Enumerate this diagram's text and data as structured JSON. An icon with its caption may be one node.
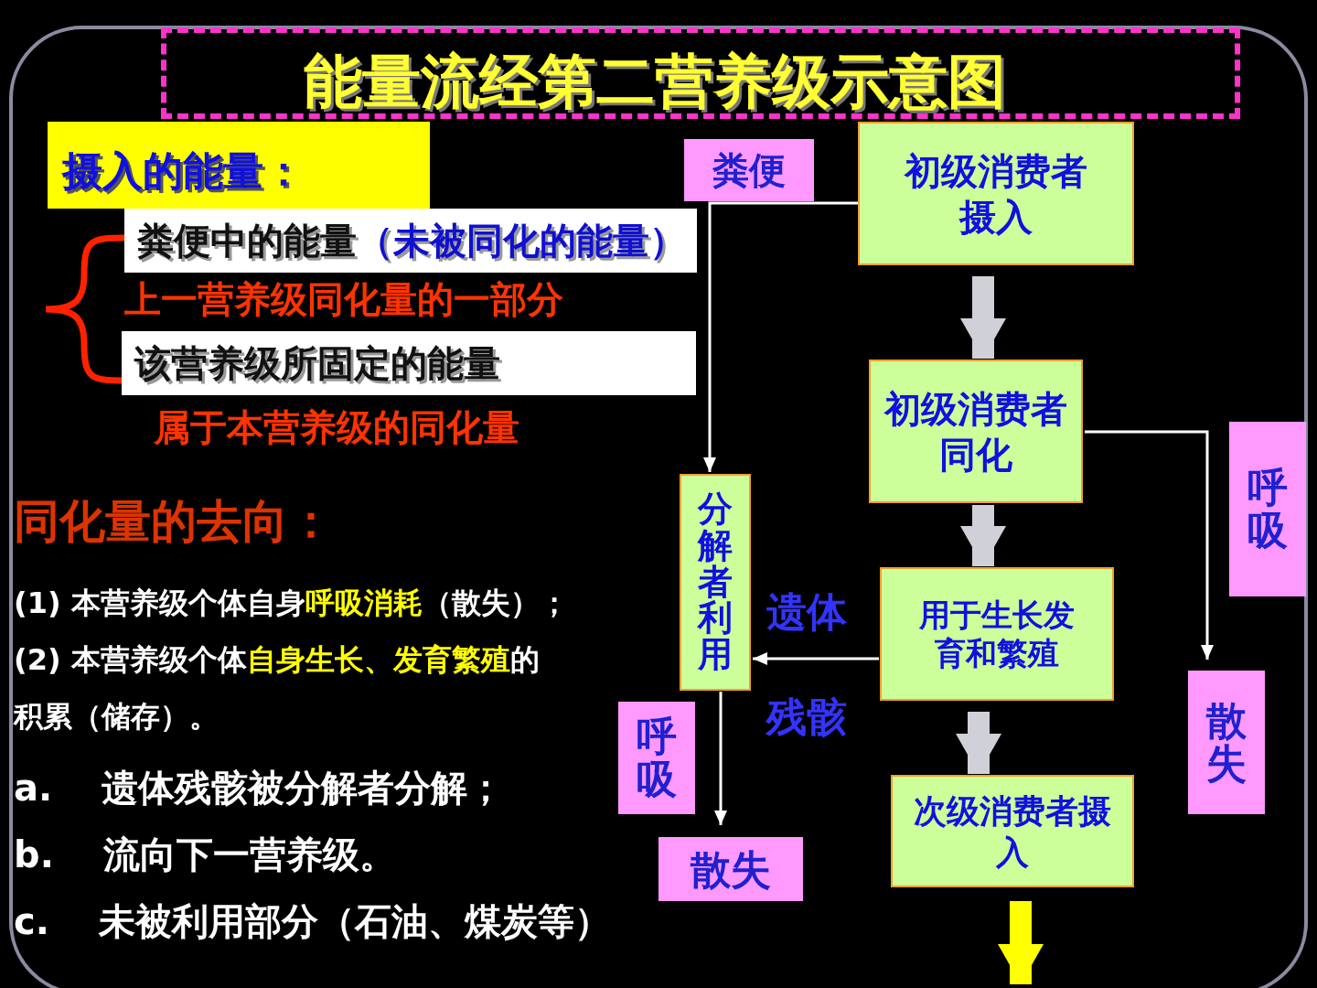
{
  "diagram": {
    "title": "能量流经第二营养级示意图",
    "nodes": [
      {
        "text": [
          "粪便"
        ]
      },
      {
        "text": [
          "初级消费者摄入"
        ]
      },
      {
        "text": [
          "初级消费者同化"
        ]
      },
      {
        "text": [
          "用于生长发育和繁殖"
        ]
      },
      {
        "text": [
          "次级消费者摄入"
        ]
      },
      {
        "text": [
          "分解者利用"
        ]
      },
      {
        "text": [
          "呼吸"
        ]
      },
      {
        "text": [
          "散失"
        ]
      },
      {
        "text": [
          "呼吸"
        ]
      },
      {
        "text": [
          "散失"
        ]
      },
      {
        "text": [
          "摄入的能量："
        ]
      },
      {
        "text": [
          "粪便中的能量**（未被同化的能量）**"
        ],
        "beside": [
          "上一营养级同化量的一部分"
        ]
      },
      {
        "text": [
          "该营养级所固定的能量"
        ],
        "beside": [
          "属于本营养级的同化量"
        ]
      }
    ],
    "edges": [
      {
        "from": 1,
        "to": 5,
        "arrow": "to"
      },
      {
        "from": 1,
        "to": 2,
        "arrow": "to",
        "style": "thick",
        "color": "#d0d0d8"
      },
      {
        "from": 2,
        "to": 3,
        "arrow": "to",
        "style": "thick",
        "color": "#d0d0d8"
      },
      {
        "from": 3,
        "to": 4,
        "arrow": "to",
        "style": "thick",
        "color": "#d0d0d8"
      },
      {
        "from": 2,
        "to": 7,
        "arrow": "to"
      },
      {
        "from": 3,
        "to": 5,
        "arrow": "to",
        "label": "遗体"
      },
      {
        "from": 5,
        "to": 9,
        "arrow": "to"
      },
      {
        "from": 4,
        "to": null,
        "arrow": "to",
        "style": "thick",
        "color": "#ffff00"
      }
    ],
    "labels": [
      "同化量的去向：",
      "(1) 本营养级个体自身**呼吸消耗**（散失）；",
      "(2) 本营养级个体**自身生长、发育繁殖**的积累（储存）。",
      "残骸",
      "a. 遗体残骸被分解者分解；",
      "b. 流向下一营养级。",
      "c. 未被利用部分（石油、煤炭等）"
    ]
  }
}
